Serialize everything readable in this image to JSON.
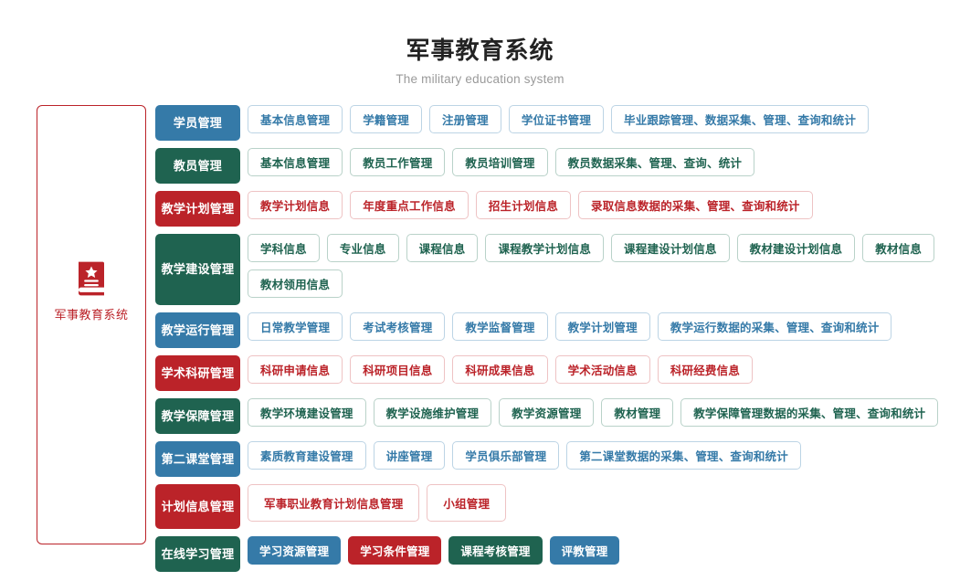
{
  "header": {
    "title": "军事教育系统",
    "subtitle": "The military education system"
  },
  "sidebar": {
    "icon": "book-star-icon",
    "label": "军事教育系统",
    "border_color": "#bb2329",
    "icon_color": "#bb2329"
  },
  "colors": {
    "blue": "#357aa8",
    "green": "#1f6350",
    "red": "#bb2329",
    "blue_border": "#bcd4e5",
    "green_border": "#b9d2c9",
    "red_border": "#eec3c4",
    "title": "#232323",
    "subtitle": "#9a9a9a"
  },
  "rows": [
    {
      "category": "学员管理",
      "color": "blue",
      "style": "outline",
      "items": [
        "基本信息管理",
        "学籍管理",
        "注册管理",
        "学位证书管理",
        "毕业跟踪管理、数据采集、管理、查询和统计"
      ]
    },
    {
      "category": "教员管理",
      "color": "green",
      "style": "outline",
      "items": [
        "基本信息管理",
        "教员工作管理",
        "教员培训管理",
        "教员数据采集、管理、查询、统计"
      ]
    },
    {
      "category": "教学计划管理",
      "color": "red",
      "style": "outline",
      "items": [
        "教学计划信息",
        "年度重点工作信息",
        "招生计划信息",
        "录取信息数据的采集、管理、查询和统计"
      ]
    },
    {
      "category": "教学建设管理",
      "color": "green",
      "style": "outline",
      "two_line": true,
      "items": [
        "学科信息",
        "专业信息",
        "课程信息",
        "课程教学计划信息",
        "课程建设计划信息",
        "教材建设计划信息",
        "教材信息",
        "教材领用信息"
      ]
    },
    {
      "category": "教学运行管理",
      "color": "blue",
      "style": "outline",
      "items": [
        "日常教学管理",
        "考试考核管理",
        "教学监督管理",
        "教学计划管理",
        "教学运行数据的采集、管理、查询和统计"
      ]
    },
    {
      "category": "学术科研管理",
      "color": "red",
      "style": "outline",
      "items": [
        "科研申请信息",
        "科研项目信息",
        "科研成果信息",
        "学术活动信息",
        "科研经费信息"
      ]
    },
    {
      "category": "教学保障管理",
      "color": "green",
      "style": "outline",
      "items": [
        "教学环境建设管理",
        "教学设施维护管理",
        "教学资源管理",
        "教材管理",
        "教学保障管理数据的采集、管理、查询和统计"
      ]
    },
    {
      "category": "第二课堂管理",
      "color": "blue",
      "style": "outline",
      "items": [
        "素质教育建设管理",
        "讲座管理",
        "学员俱乐部管理",
        "第二课堂数据的采集、管理、查询和统计"
      ]
    },
    {
      "category": "计划信息管理",
      "color": "red",
      "style": "outline-tall",
      "items": [
        "军事职业教育计划信息管理",
        "小组管理"
      ]
    },
    {
      "category": "在线学习管理",
      "color": "green",
      "style": "solid",
      "items": [
        {
          "label": "学习资源管理",
          "color": "blue"
        },
        {
          "label": "学习条件管理",
          "color": "red"
        },
        {
          "label": "课程考核管理",
          "color": "green"
        },
        {
          "label": "评教管理",
          "color": "blue"
        }
      ]
    }
  ]
}
